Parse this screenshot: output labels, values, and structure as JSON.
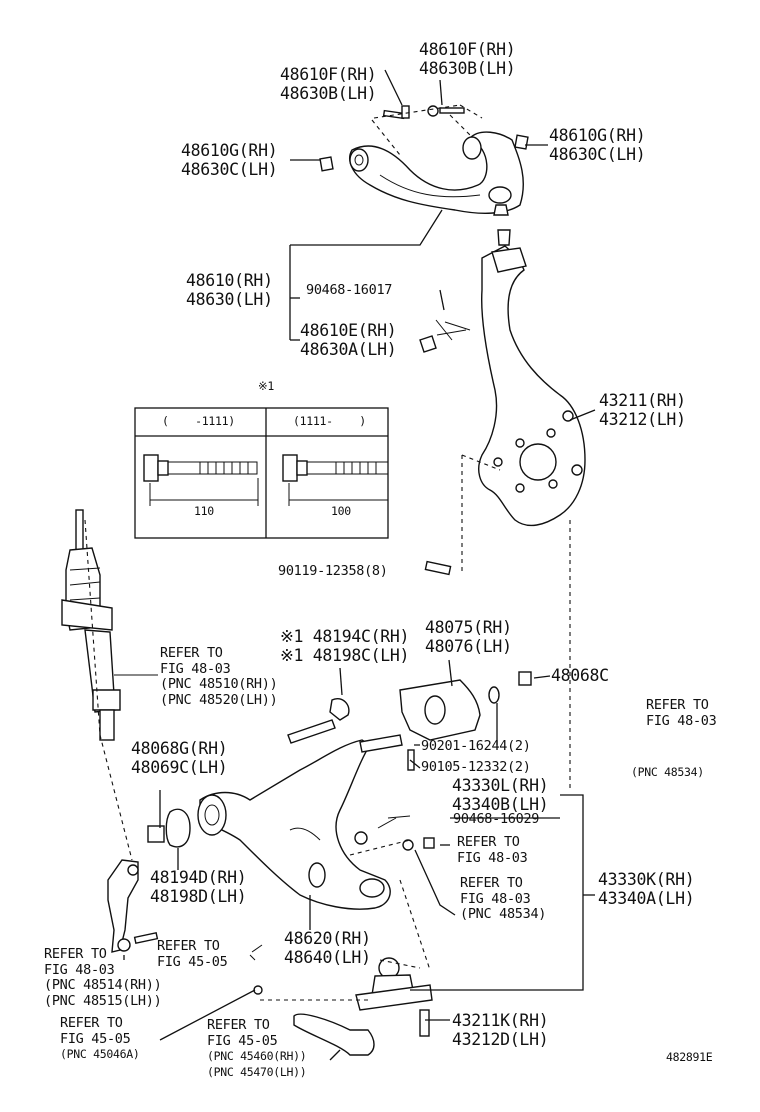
{
  "labels": {
    "l_48610f_48630b_top": [
      "48610F(RH)",
      "48630B(LH)"
    ],
    "l_48610f_48630b_left": [
      "48610F(RH)",
      "48630B(LH)"
    ],
    "l_48610g_48630c_left": [
      "48610G(RH)",
      "48630C(LH)"
    ],
    "l_48610g_48630c_right": [
      "48610G(RH)",
      "48630C(LH)"
    ],
    "l_48610_48630": [
      "48610(RH)",
      "48630(LH)"
    ],
    "l_90468_16017": "90468-16017",
    "l_48610e_48630a": [
      "48610E(RH)",
      "48630A(LH)"
    ],
    "l_43211_43212": [
      "43211(RH)",
      "43212(LH)"
    ],
    "l_90119_12358": "90119-12358(8)",
    "l_48194c_48198c": [
      "※1 48194C(RH)",
      "※1 48198C(LH)"
    ],
    "l_48075_48076": [
      "48075(RH)",
      "48076(LH)"
    ],
    "l_48068c": "48068C",
    "l_refer_48_03_shock": [
      "REFER TO",
      "FIG 48-03",
      "(PNC 48510(RH))",
      "(PNC 48520(LH))"
    ],
    "l_refer_48_03_right": [
      "REFER TO",
      "FIG 48-03"
    ],
    "l_pnc_48534_right": "(PNC 48534)",
    "l_90201_16244": "90201-16244(2)",
    "l_90105_12332": "90105-12332(2)",
    "l_48068g_48069c": [
      "48068G(RH)",
      "48069C(LH)"
    ],
    "l_43330l_43340b": [
      "43330L(RH)",
      "43340B(LH)"
    ],
    "l_90468_16029": "90468-16029",
    "l_refer_48_03_mid": [
      "REFER TO",
      "FIG 48-03"
    ],
    "l_refer_48_03_pnc_mid": [
      "REFER TO",
      "FIG 48-03",
      "(PNC 48534)"
    ],
    "l_43330k_43340a": [
      "43330K(RH)",
      "43340A(LH)"
    ],
    "l_48194d_48198d": [
      "48194D(RH)",
      "48198D(LH)"
    ],
    "l_48620_48640": [
      "48620(RH)",
      "48640(LH)"
    ],
    "l_refer_48_03_stab": [
      "REFER TO",
      "FIG 48-03",
      "(PNC 48514(RH))",
      "(PNC 48515(LH))"
    ],
    "l_refer_45_05_small": [
      "REFER TO",
      "FIG 45-05"
    ],
    "l_refer_45_05_bottom_left": [
      "REFER TO",
      "FIG 45-05",
      "(PNC 45046A)"
    ],
    "l_refer_45_05_bottom_mid": [
      "REFER TO",
      "FIG 45-05",
      "(PNC 45460(RH))",
      "(PNC 45470(LH))"
    ],
    "l_43211k_43212d": [
      "43211K(RH)",
      "43212D(LH)"
    ],
    "l_note_mark": "※1",
    "l_figure_id": "482891E"
  },
  "inset": {
    "col1_header": "(    -1111)",
    "col2_header": "(1111-    )",
    "col1_dim": "110",
    "col2_dim": "100"
  }
}
